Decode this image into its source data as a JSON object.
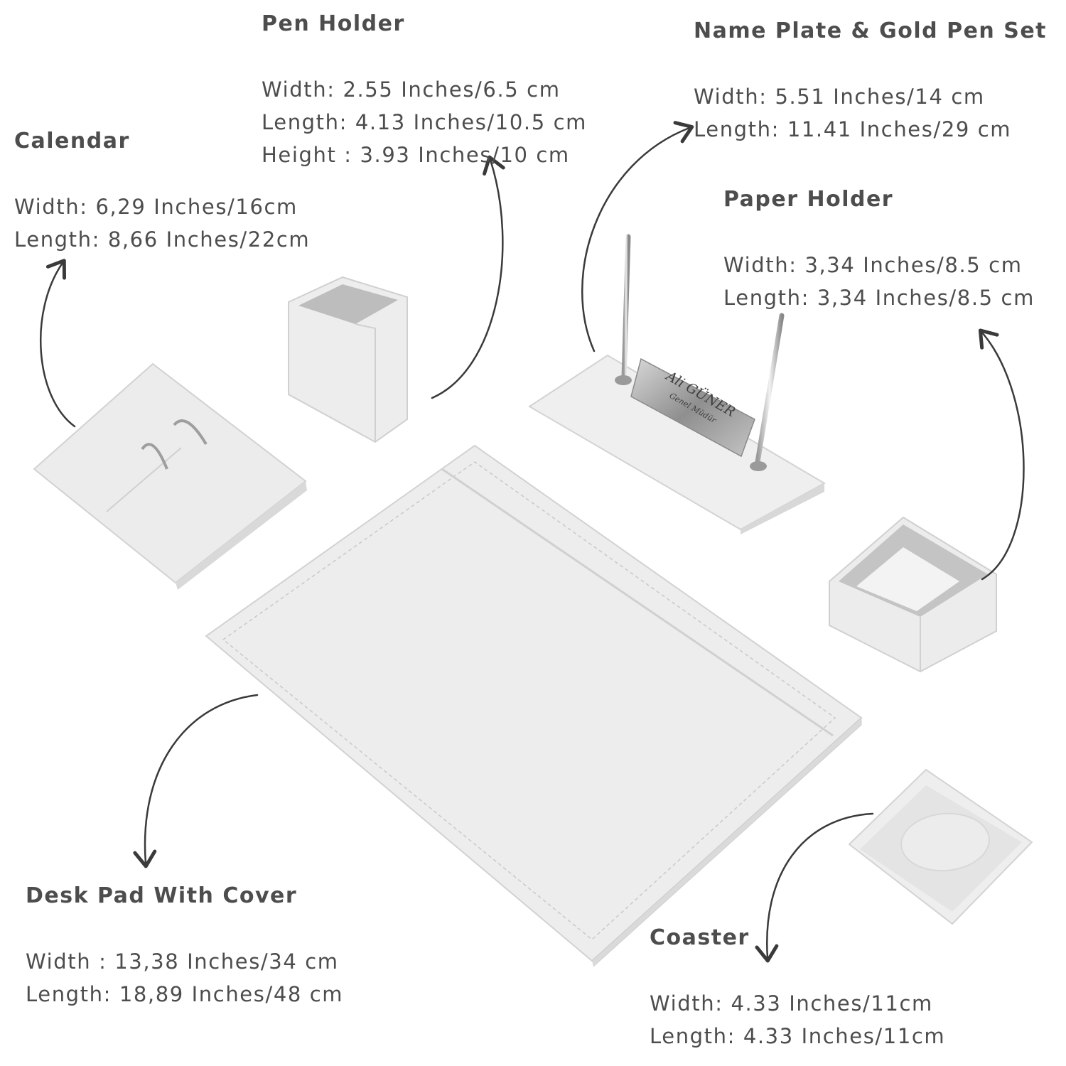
{
  "products": {
    "pen_holder": {
      "title": "Pen Holder",
      "lines": [
        "Width: 2.55 Inches/6.5 cm",
        "Length: 4.13 Inches/10.5 cm",
        "Height : 3.93 Inches/10 cm"
      ]
    },
    "name_plate": {
      "title": "Name Plate & Gold Pen Set",
      "lines": [
        "Width: 5.51 Inches/14 cm",
        "Length: 11.41 Inches/29 cm"
      ],
      "engraving": [
        "Ali GÜNER",
        "Genel Müdür"
      ]
    },
    "calendar": {
      "title": "Calendar",
      "lines": [
        "Width: 6,29 Inches/16cm",
        "Length: 8,66 Inches/22cm"
      ]
    },
    "paper_holder": {
      "title": "Paper Holder",
      "lines": [
        "Width: 3,34 Inches/8.5 cm",
        "Length: 3,34 Inches/8.5 cm"
      ]
    },
    "desk_pad": {
      "title": "Desk Pad With Cover",
      "lines": [
        "Width : 13,38 Inches/34 cm",
        "Length: 18,89 Inches/48 cm"
      ]
    },
    "coaster": {
      "title": "Coaster",
      "lines": [
        "Width: 4.33 Inches/11cm",
        "Length: 4.33 Inches/11cm"
      ]
    }
  },
  "colors": {
    "text": "#4d4d4d",
    "arrow": "#3a3a3a",
    "leather": "#ececec",
    "metal": "#a8a8a8"
  }
}
